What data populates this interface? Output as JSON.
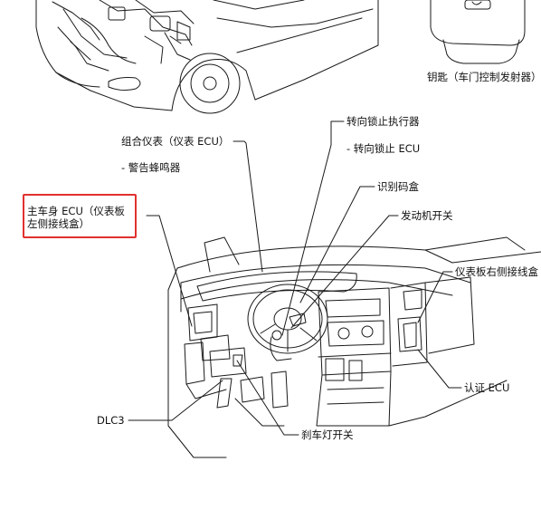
{
  "labels": {
    "key_fob": "钥匙（车门控制发射器）",
    "steering_lock_actuator": "转向锁止执行器",
    "steering_lock_ecu": "- 转向锁止 ECU",
    "combination_meter": "组合仪表（仪表 ECU）",
    "buzzer": "- 警告蜂鸣器",
    "id_code_box": "识别码盒",
    "main_body_ecu": "主车身 ECU（仪表板左侧接线盒）",
    "engine_switch": "发动机开关",
    "rh_junction_block": "仪表板右侧接线盒",
    "certification_ecu": "认证 ECU",
    "dlc3": "DLC3",
    "stop_light_switch": "刹车灯开关"
  },
  "colors": {
    "line": "#1a1a1a",
    "highlight": "#e0312f"
  }
}
